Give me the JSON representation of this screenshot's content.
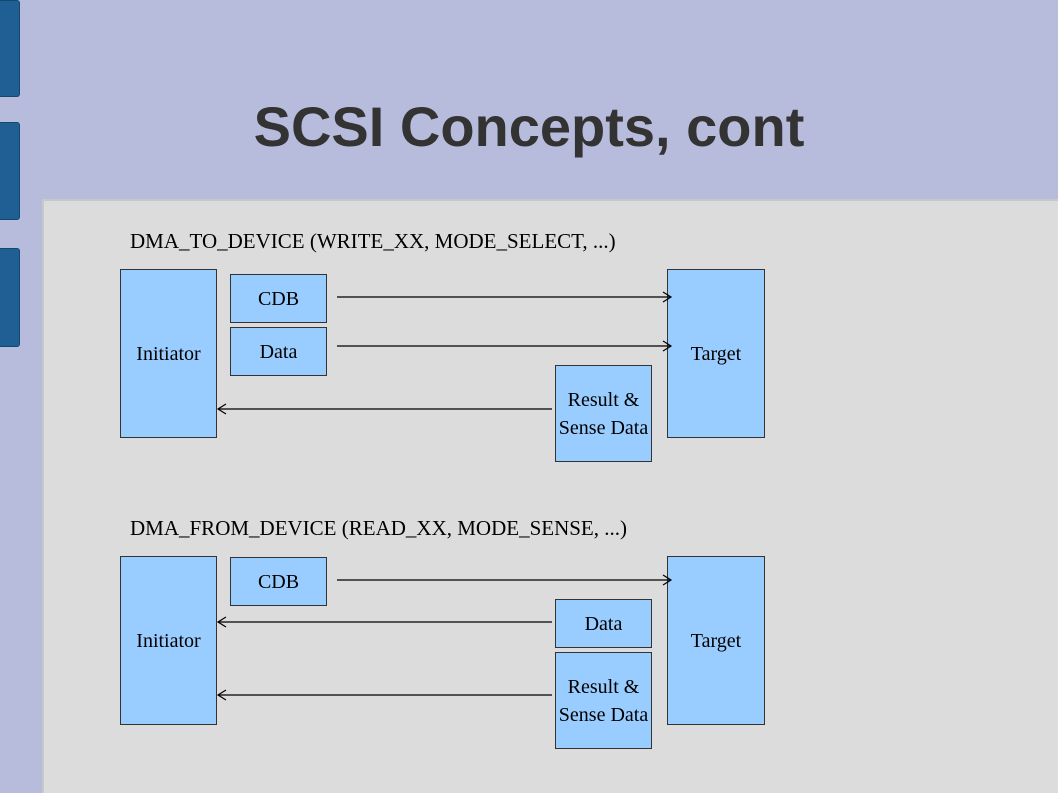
{
  "slide": {
    "title": "SCSI Concepts, cont"
  },
  "diagram_top": {
    "heading": "DMA_TO_DEVICE (WRITE_XX, MODE_SELECT, ...)",
    "initiator": "Initiator",
    "target": "Target",
    "boxes": {
      "cdb": "CDB",
      "data": "Data",
      "result": "Result & Sense Data"
    }
  },
  "diagram_bottom": {
    "heading": "DMA_FROM_DEVICE (READ_XX, MODE_SENSE, ...)",
    "initiator": "Initiator",
    "target": "Target",
    "boxes": {
      "cdb": "CDB",
      "data": "Data",
      "result": "Result & Sense Data"
    }
  },
  "colors": {
    "background": "#b8bcdc",
    "content_panel": "#dcdcdc",
    "box_fill": "#99ccff",
    "side_tab": "#1f5f93",
    "title_text": "#333333"
  }
}
